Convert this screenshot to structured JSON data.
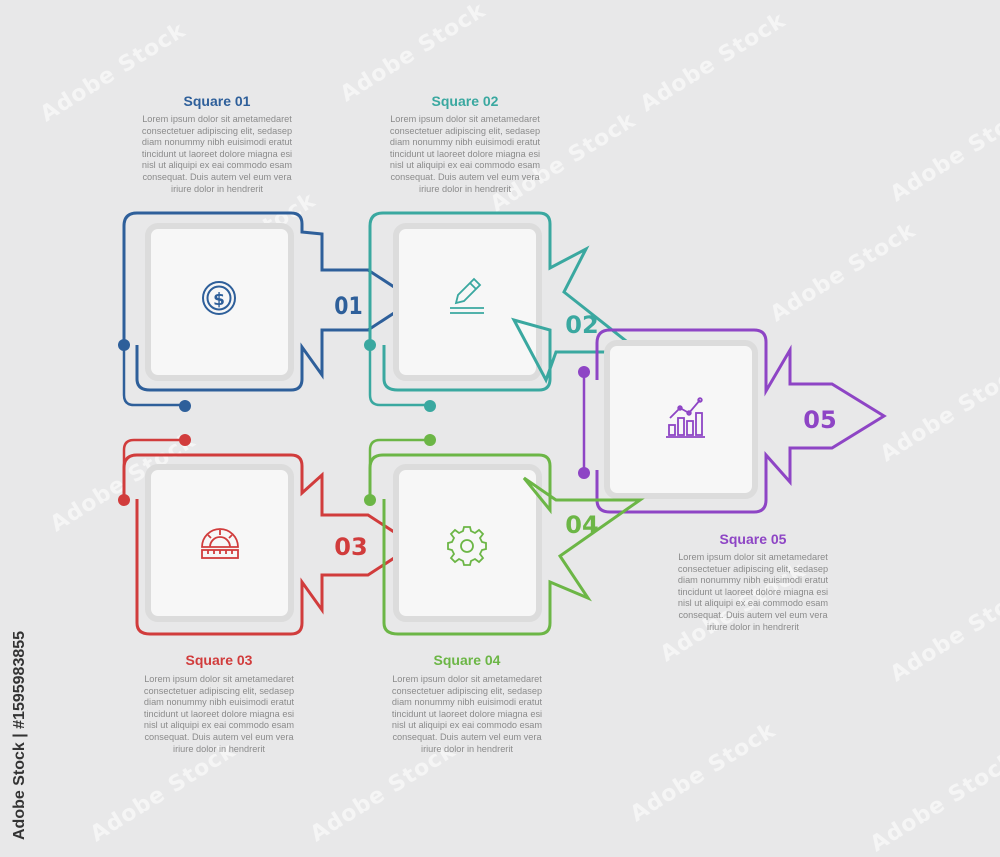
{
  "colors": {
    "step1": "#2e5f9a",
    "step2": "#3aa8a0",
    "step3": "#d13c3c",
    "step4": "#6cb646",
    "step5": "#8e45c5",
    "background": "#e8e8e9",
    "text": "#8b8b8b"
  },
  "watermark": "Adobe Stock",
  "stock_id": "Adobe Stock | #1595983855",
  "steps": [
    {
      "title": "Square 01",
      "number": "01",
      "icon": "dollar-coin-icon",
      "body": [
        "Lorem ipsum dolor sit ametamedaret",
        "consectetuer adipiscing elit, sedasep",
        "diam nonummy nibh euisimodi eratut",
        "tincidunt ut laoreet dolore miagna esi",
        "nisl ut aliquipi ex eai commodo esam",
        "consequat. Duis autem vel eum vera",
        "iriure dolor in hendrerit"
      ]
    },
    {
      "title": "Square 02",
      "number": "02",
      "icon": "pencil-icon",
      "body": [
        "Lorem ipsum dolor sit ametamedaret",
        "consectetuer adipiscing elit, sedasep",
        "diam nonummy nibh euisimodi eratut",
        "tincidunt ut laoreet dolore miagna esi",
        "nisl ut aliquipi ex eai commodo esam",
        "consequat. Duis autem vel eum vera",
        "iriure dolor in hendrerit"
      ]
    },
    {
      "title": "Square 03",
      "number": "03",
      "icon": "protractor-icon",
      "body": [
        "Lorem ipsum dolor sit ametamedaret",
        "consectetuer adipiscing elit, sedasep",
        "diam nonummy nibh euisimodi eratut",
        "tincidunt ut laoreet dolore miagna esi",
        "nisl ut aliquipi ex eai commodo esam",
        "consequat. Duis autem vel eum vera",
        "iriure dolor in hendrerit"
      ]
    },
    {
      "title": "Square 04",
      "number": "04",
      "icon": "gear-icon",
      "body": [
        "Lorem ipsum dolor sit ametamedaret",
        "consectetuer adipiscing elit, sedasep",
        "diam nonummy nibh euisimodi eratut",
        "tincidunt ut laoreet dolore miagna esi",
        "nisl ut aliquipi ex eai commodo esam",
        "consequat. Duis autem vel eum vera",
        "iriure dolor in hendrerit"
      ]
    },
    {
      "title": "Square 05",
      "number": "05",
      "icon": "bar-chart-icon",
      "body": [
        "Lorem ipsum dolor sit ametamedaret",
        "consectetuer adipiscing elit, sedasep",
        "diam nonummy nibh euisimodi eratut",
        "tincidunt ut laoreet dolore miagna esi",
        "nisl ut aliquipi ex eai commodo esam",
        "consequat. Duis autem vel eum vera",
        "iriure dolor in hendrerit"
      ]
    }
  ]
}
